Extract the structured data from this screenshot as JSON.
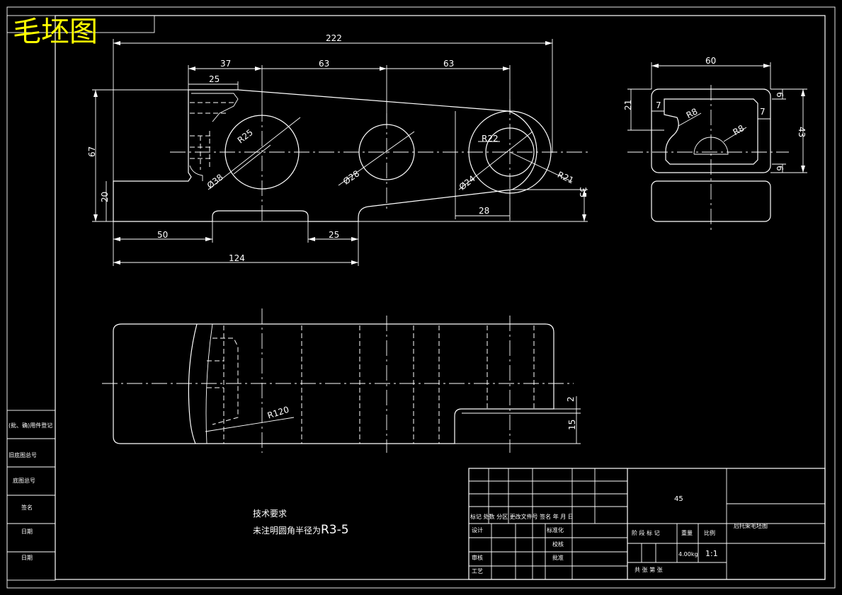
{
  "title": "毛坯图",
  "dimensions": {
    "d222": "222",
    "d37": "37",
    "d63a": "63",
    "d63b": "63",
    "d25top": "25",
    "d67": "67",
    "d20": "20",
    "d50": "50",
    "d25bot": "25",
    "d124": "124",
    "d28": "28",
    "d35": "35",
    "r25": "R25",
    "phi38": "Ø38",
    "phi28": "Ø28",
    "r22": "R22",
    "phi24": "Ø24",
    "r21": "R21",
    "s60": "60",
    "s21": "21",
    "s7a": "7",
    "s7b": "7",
    "s6a": "6",
    "s6b": "6",
    "s43": "43",
    "r8a": "R8",
    "r8b": "R8",
    "r120": "R120",
    "f2": "2",
    "f15": "15"
  },
  "notes": {
    "heading": "技术要求",
    "text": "未注明圆角半径为",
    "value": "R3-5"
  },
  "left_strip": [
    "(批、确)用件登记",
    "旧底图总号",
    "底图总号",
    "签名",
    "日期",
    "日期"
  ],
  "title_block": {
    "material": "45",
    "part_name": "后托架毛坯图",
    "mark_labels": "标记 处数 分区 更改文件号 签名 年 月 日",
    "design": "设计",
    "standardize": "标准化",
    "review": "审核",
    "process": "工艺",
    "approve": "批准",
    "check": "校核",
    "stage_label": "阶 段 标 记",
    "weight_label": "重量",
    "scale_label": "比例",
    "weight": "4.00kg",
    "scale": "1:1",
    "sheets": "共   张   第   张"
  }
}
